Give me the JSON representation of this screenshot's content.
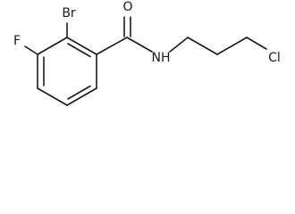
{
  "molecule": {
    "atoms": {
      "bromine": "Br",
      "fluorine": "F",
      "oxygen": "O",
      "nitrogen_h": "NH",
      "chlorine": "Cl"
    }
  }
}
